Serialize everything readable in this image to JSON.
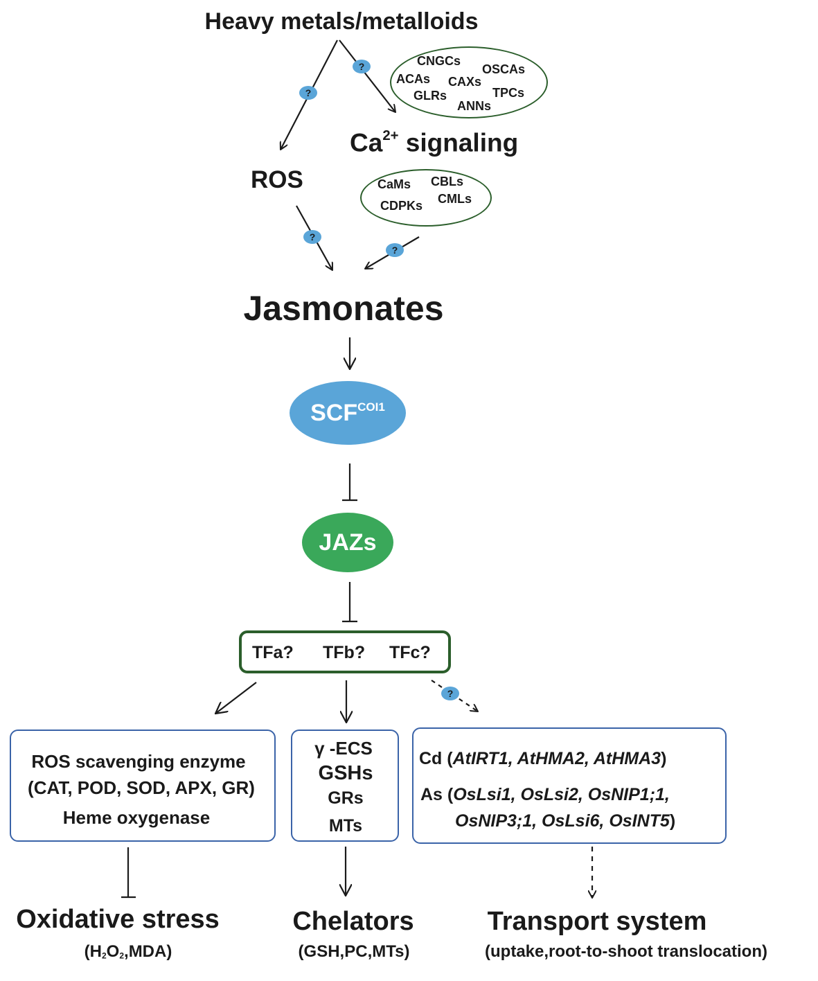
{
  "top": {
    "heavy_metals": "Heavy metals/metalloids"
  },
  "question_mark": "?",
  "ca_signaling": {
    "base": "Ca",
    "sup": "2+",
    "rest": " signaling"
  },
  "ros": "ROS",
  "channels_ellipse": [
    "CNGCs",
    "OSCAs",
    "ACAs",
    "CAXs",
    "TPCs",
    "GLRs",
    "ANNs"
  ],
  "sensors_ellipse": [
    "CaMs",
    "CBLs",
    "CDPKs",
    "CMLs"
  ],
  "jasmonates": "Jasmonates",
  "scf": {
    "base": "SCF",
    "sup": "COI1",
    "color": "#5aa5d8"
  },
  "jazs": {
    "label": "JAZs",
    "color": "#3aa85a"
  },
  "tf_box": [
    "TFa?",
    "TFb?",
    "TFc?"
  ],
  "left_box": {
    "line1": "ROS scavenging enzyme",
    "line2": "(CAT, POD, SOD, APX, GR)",
    "line3": "Heme oxygenase"
  },
  "middle_box": {
    "line1": "γ -ECS",
    "line2": "GSHs",
    "line3": "GRs",
    "line4": "MTs"
  },
  "right_box": {
    "cd_prefix": "Cd (",
    "cd_genes": "AtIRT1, AtHMA2, AtHMA3",
    "cd_suffix": ")",
    "as_prefix": "As (",
    "as_genes1": "OsLsi1, OsLsi2, OsNIP1;1,",
    "as_genes2": "OsNIP3;1, OsLsi6, OsINT5",
    "as_suffix": ")"
  },
  "outcomes": {
    "oxidative": {
      "title": "Oxidative stress",
      "sub_pre": "(H",
      "sub_2a": "2",
      "sub_o": "O",
      "sub_2b": "2",
      "sub_post": ",MDA)"
    },
    "chelators": {
      "title": "Chelators",
      "sub": "(GSH,PC,MTs)"
    },
    "transport": {
      "title": "Transport system",
      "sub": "(uptake,root-to-shoot translocation)"
    }
  },
  "colors": {
    "ellipse_border": "#2b5e2b",
    "box_border": "#3a63a8",
    "question_bg": "#5aa5d8"
  }
}
